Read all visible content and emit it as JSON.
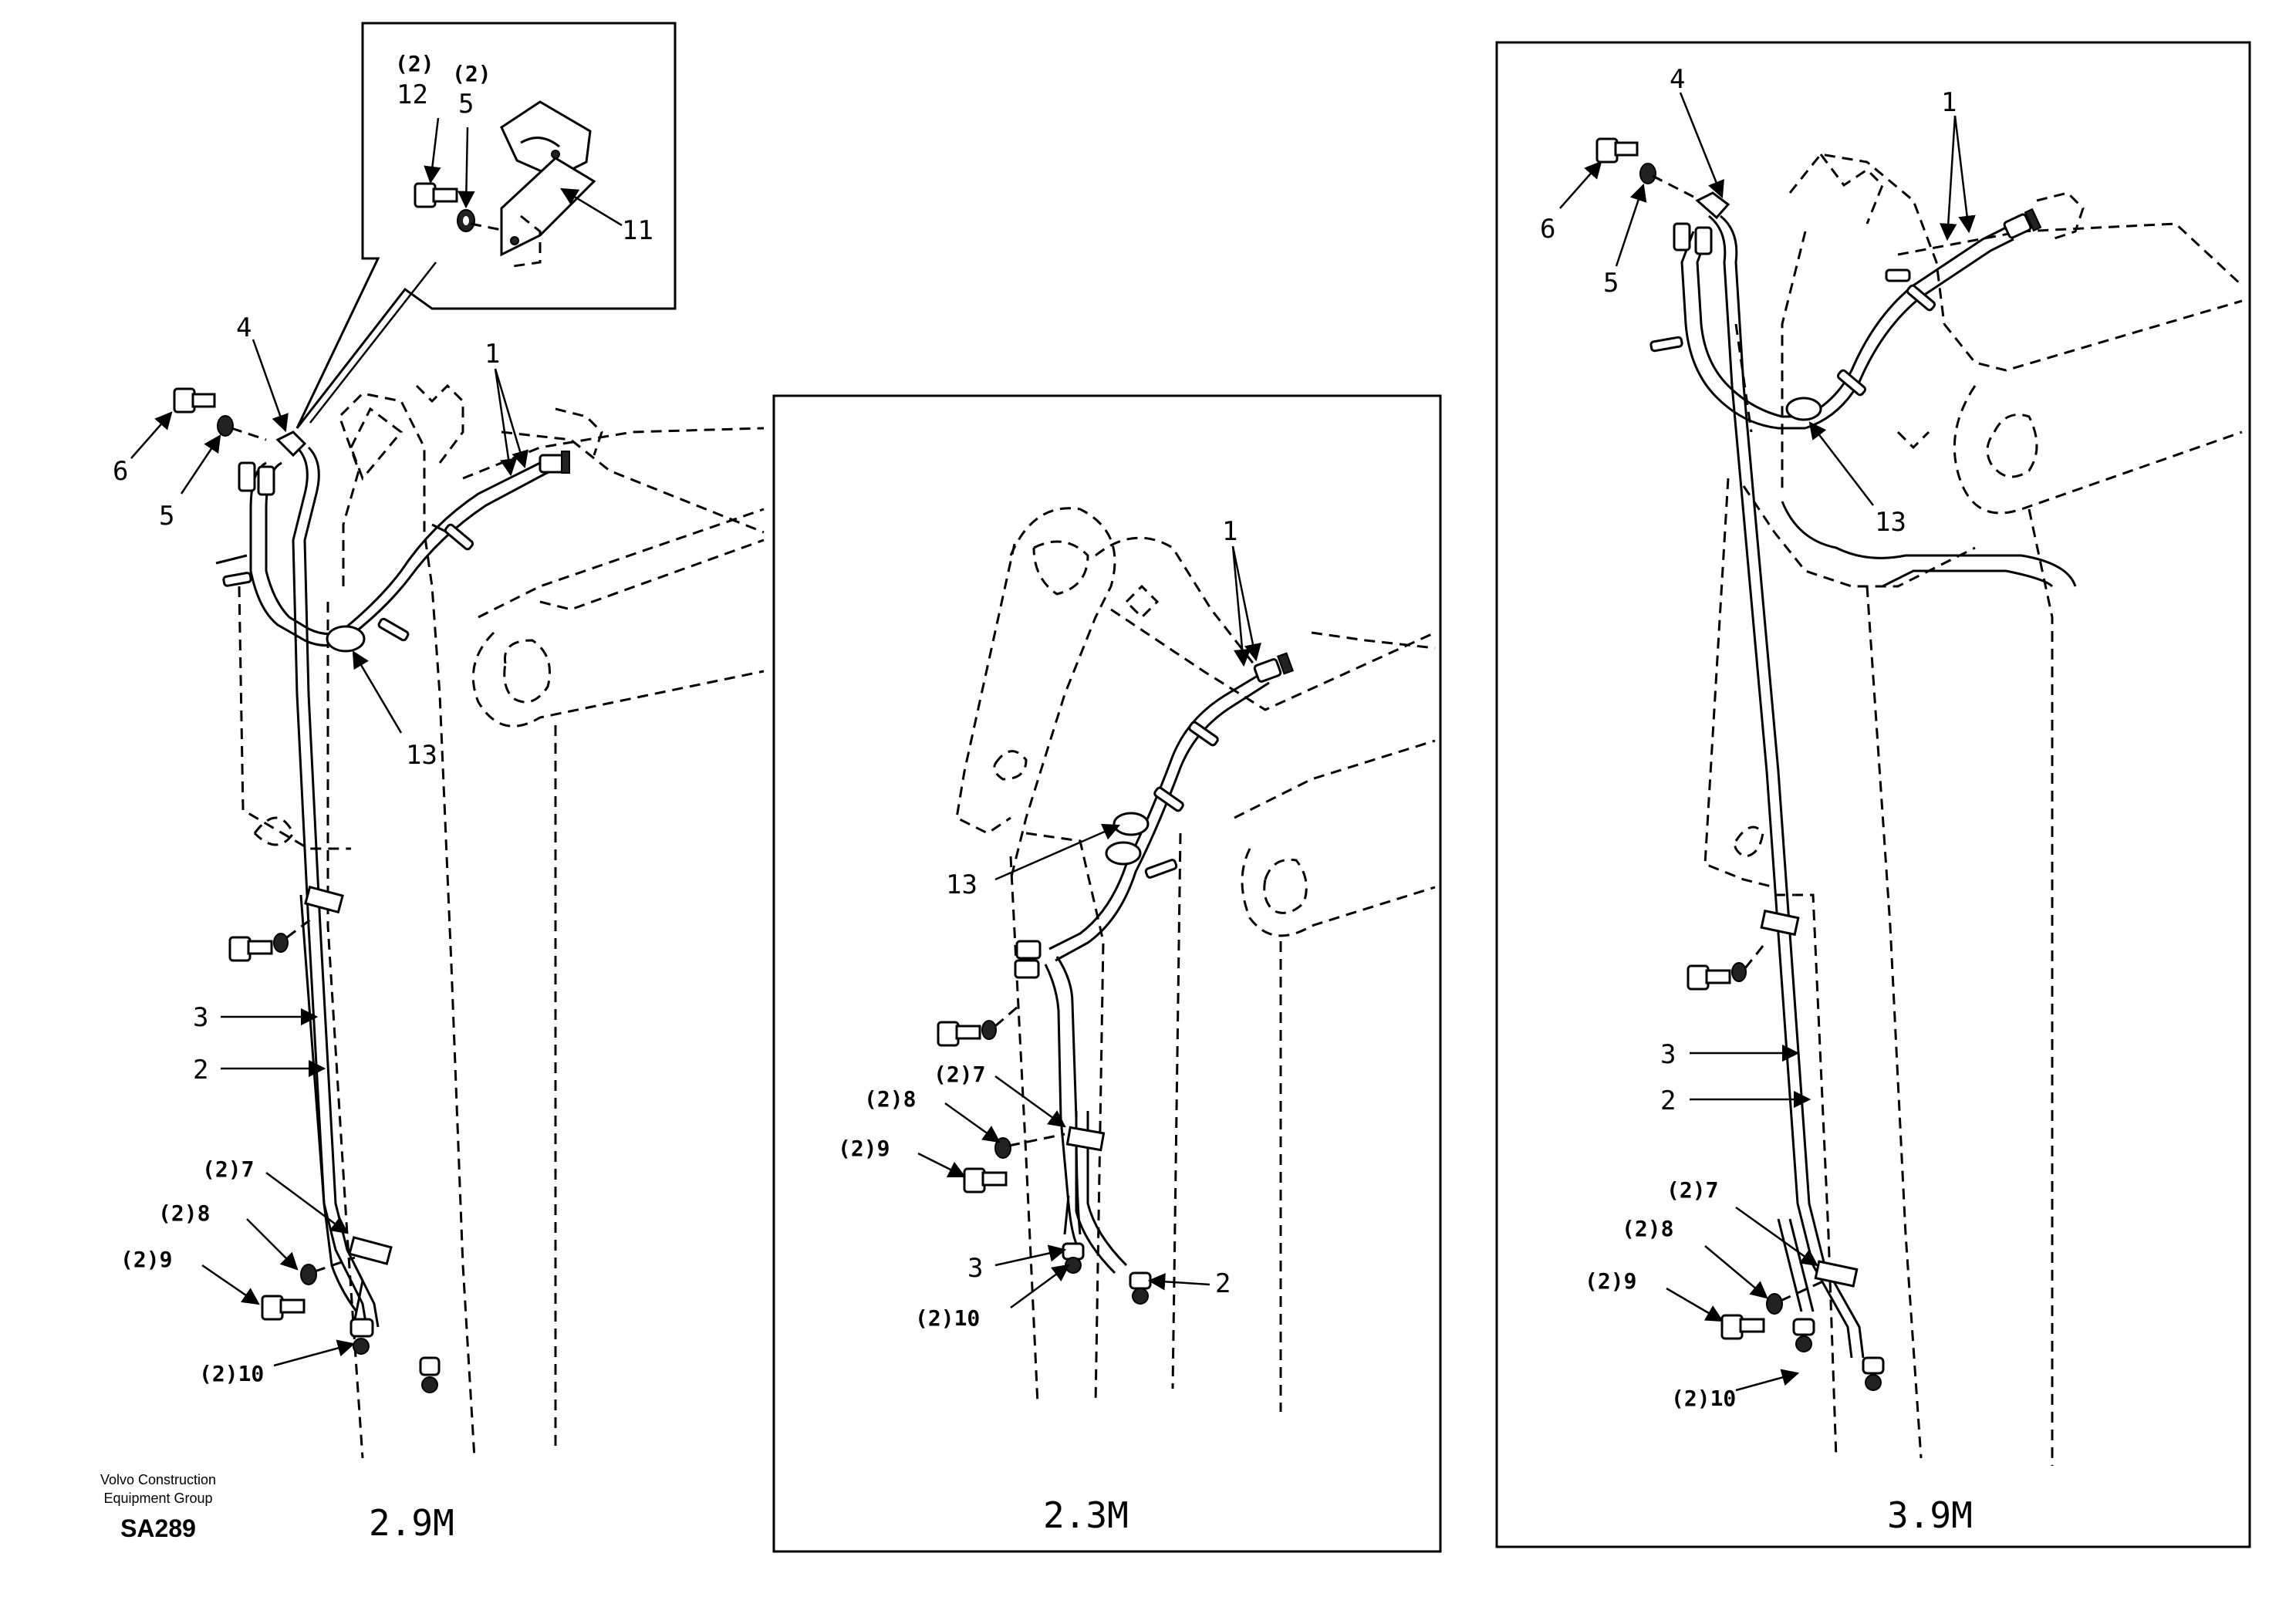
{
  "brand": {
    "line1": "Volvo Construction",
    "line2": "Equipment Group",
    "code": "SA289"
  },
  "panels": {
    "left": {
      "caption": "2.9M"
    },
    "middle": {
      "caption": "2.3M"
    },
    "right": {
      "caption": "3.9M"
    }
  },
  "detail": {
    "qty_bolt": "(2)",
    "num_bolt": "12",
    "qty_washer": "(2)",
    "num_washer": "5",
    "num_clamp": "11"
  },
  "callouts": {
    "left": {
      "c1": "1",
      "c4": "4",
      "c6": "6",
      "c5": "5",
      "c13": "13",
      "c3": "3",
      "c2": "2",
      "c7": "(2)7",
      "c8": "(2)8",
      "c9": "(2)9",
      "c10": "(2)10"
    },
    "middle": {
      "c1": "1",
      "c13": "13",
      "c7": "(2)7",
      "c8": "(2)8",
      "c9": "(2)9",
      "c3": "3",
      "c10": "(2)10",
      "c2": "2"
    },
    "right": {
      "c4": "4",
      "c1": "1",
      "c6": "6",
      "c5": "5",
      "c13": "13",
      "c3": "3",
      "c2": "2",
      "c7": "(2)7",
      "c8": "(2)8",
      "c9": "(2)9",
      "c10": "(2)10"
    }
  }
}
